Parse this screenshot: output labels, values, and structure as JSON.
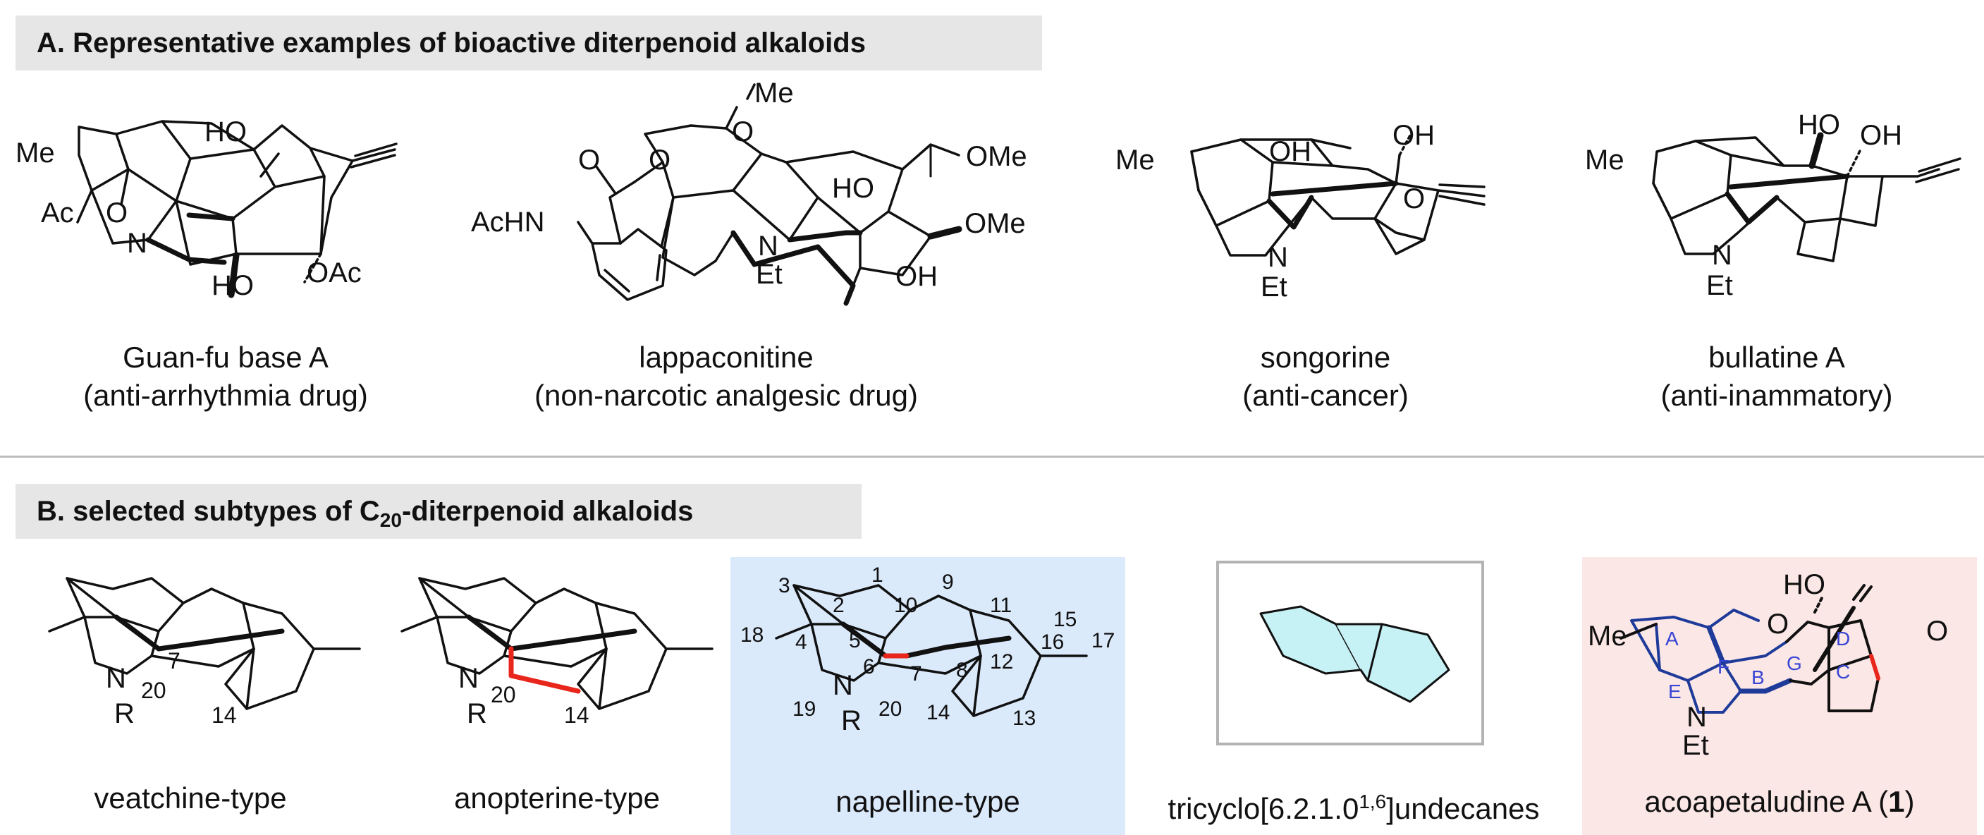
{
  "section_a": {
    "title": "A. Representative examples of bioactive diterpenoid alkaloids",
    "compounds": [
      {
        "name": "Guan-fu base A",
        "note": "(anti-arrhythmia drug)",
        "labels": {
          "me": "Me",
          "ac": "Ac",
          "o": "O",
          "n": "N",
          "ho_top": "HO",
          "ho_bot": "HO",
          "oac": "OAc"
        }
      },
      {
        "name": "lappaconitine",
        "note": "(non-narcotic analgesic drug)",
        "labels": {
          "me": "Me",
          "o_ring": "O",
          "o_carbonyl": "O",
          "o_ester": "O",
          "achn": "AcHN",
          "n": "N",
          "et": "Et",
          "ho": "HO",
          "oh": "OH",
          "ome1": "OMe",
          "ome2": "OMe"
        }
      },
      {
        "name": "songorine",
        "note": "(anti-cancer)",
        "labels": {
          "me": "Me",
          "oh1": "OH",
          "oh2": "OH",
          "n": "N",
          "et": "Et",
          "o": "O"
        }
      },
      {
        "name": "bullatine A",
        "note": "(anti-inammatory)",
        "labels": {
          "me": "Me",
          "ho": "HO",
          "oh": "OH",
          "n": "N",
          "et": "Et"
        }
      }
    ]
  },
  "section_b": {
    "title_prefix": "B. selected subtypes of C",
    "title_sub": "20",
    "title_suffix": "-diterpenoid alkaloids",
    "items": [
      {
        "name": "veatchine-type",
        "labels": {
          "n": "N",
          "r": "R",
          "c7": "7",
          "c20": "20",
          "c14": "14"
        }
      },
      {
        "name": "anopterine-type",
        "labels": {
          "n": "N",
          "r": "R",
          "c20": "20",
          "c14": "14"
        }
      },
      {
        "name": "napelline-type",
        "labels": {
          "n": "N",
          "r": "R",
          "c1": "1",
          "c2": "2",
          "c3": "3",
          "c4": "4",
          "c5": "5",
          "c6": "6",
          "c7": "7",
          "c8": "8",
          "c9": "9",
          "c10": "10",
          "c11": "11",
          "c12": "12",
          "c13": "13",
          "c14": "14",
          "c15": "15",
          "c16": "16",
          "c17": "17",
          "c18": "18",
          "c19": "19",
          "c20": "20"
        }
      },
      {
        "name_prefix": "tricyclo[6.2.1.0",
        "name_sup": "1,6",
        "name_suffix": "]undecanes"
      },
      {
        "name_prefix": "acoapetaludine A (",
        "name_bold": "1",
        "name_suffix": ")",
        "labels": {
          "me": "Me",
          "ho": "HO",
          "o_ring": "O",
          "o_ketone": "O",
          "n": "N",
          "et": "Et",
          "ring_a": "A",
          "ring_b": "B",
          "ring_c": "C",
          "ring_d": "D",
          "ring_e": "E",
          "ring_f": "F",
          "ring_g": "G"
        }
      }
    ]
  },
  "colors": {
    "header_bg": "#e6e6e6",
    "rule": "#bdbdbd",
    "napelline_bg": "#dbeafb",
    "acoapetaludine_bg": "#fbe7e5",
    "tricyclo_fill": "#c6f1f5",
    "tricyclo_frame": "#b3b3b3",
    "highlight_bond": "#e8261b",
    "ring_blue": "#1e3b9a",
    "ring_letter": "#3845d4"
  }
}
